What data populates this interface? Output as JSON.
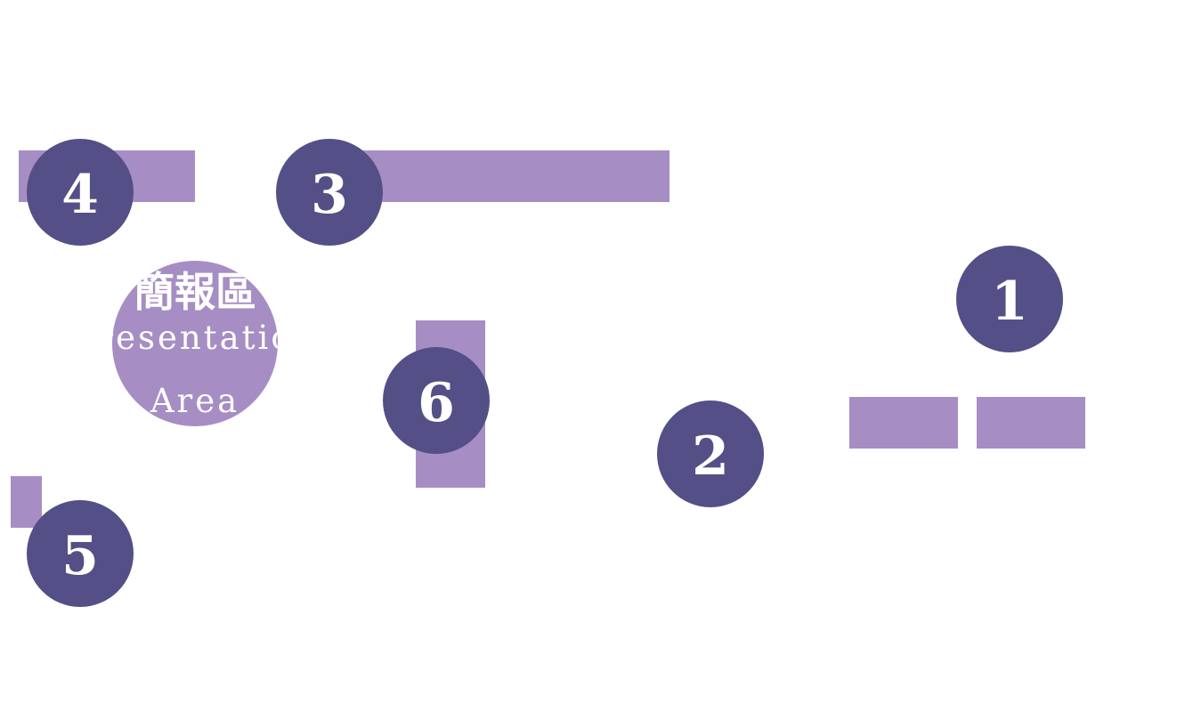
{
  "colors": {
    "zone": "#a68ec4",
    "marker": "#544f86",
    "label_text": "#ffffff",
    "background": "#ffffff"
  },
  "markers": [
    {
      "id": "marker-1",
      "label": "1"
    },
    {
      "id": "marker-2",
      "label": "2"
    },
    {
      "id": "marker-3",
      "label": "3"
    },
    {
      "id": "marker-4",
      "label": "4"
    },
    {
      "id": "marker-5",
      "label": "5"
    },
    {
      "id": "marker-6",
      "label": "6"
    }
  ],
  "presentation_area": {
    "title_zh": "簡報區",
    "title_en_line1": "Presentation",
    "title_en_line2": "Area"
  }
}
